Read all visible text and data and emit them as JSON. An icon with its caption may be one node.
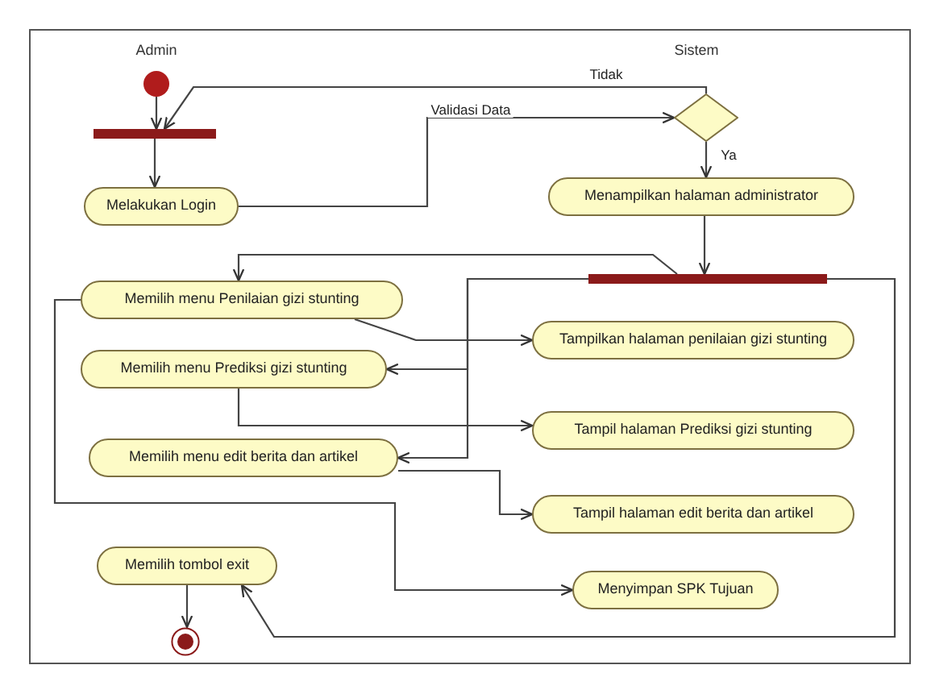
{
  "diagram": {
    "nodes": [
      {
        "text": [],
        "shape": "circle"
      },
      {
        "text": [],
        "shape": "bar"
      },
      {
        "text": [
          "Melakukan Login"
        ]
      },
      {
        "text": [],
        "shape": "diamond"
      },
      {
        "text": [
          "Menampilkan halaman administrator"
        ]
      },
      {
        "text": [],
        "shape": "bar"
      },
      {
        "text": [
          "Memilih menu Penilaian gizi stunting"
        ]
      },
      {
        "text": [
          "Tampilkan halaman penilaian gizi stunting"
        ]
      },
      {
        "text": [
          "Memilih menu Prediksi gizi stunting"
        ]
      },
      {
        "text": [
          "Tampil halaman Prediksi gizi stunting"
        ]
      },
      {
        "text": [
          "Memilih menu edit berita dan artikel"
        ]
      },
      {
        "text": [
          "Tampil halaman edit berita dan artikel"
        ]
      },
      {
        "text": [
          "Menyimpan SPK Tujuan"
        ]
      },
      {
        "text": [
          "Memilih tombol exit"
        ]
      },
      {
        "text": [],
        "shape": "circle"
      }
    ],
    "edges": [
      {
        "from": 0,
        "to": 1,
        "arrow": "to"
      },
      {
        "from": 1,
        "to": 2,
        "arrow": "to"
      },
      {
        "from": 2,
        "to": 3,
        "arrow": "to",
        "label": "Validasi Data"
      },
      {
        "from": 3,
        "to": 1,
        "arrow": "to",
        "label": "Tidak"
      },
      {
        "from": 3,
        "to": 4,
        "arrow": "to",
        "label": "Ya"
      },
      {
        "from": 4,
        "to": 5,
        "arrow": "to"
      },
      {
        "from": 5,
        "to": 6,
        "arrow": "to"
      },
      {
        "from": 6,
        "to": 7,
        "arrow": "to"
      },
      {
        "from": 5,
        "to": 8,
        "arrow": "to"
      },
      {
        "from": 8,
        "to": 9,
        "arrow": "to"
      },
      {
        "from": 5,
        "to": 10,
        "arrow": "to"
      },
      {
        "from": 10,
        "to": 11,
        "arrow": "to"
      },
      {
        "from": 6,
        "to": 12,
        "arrow": "to"
      },
      {
        "from": 5,
        "to": 13,
        "arrow": "to"
      },
      {
        "from": 13,
        "to": 14,
        "arrow": "to"
      }
    ],
    "labels": [
      "Admin",
      "Sistem"
    ]
  }
}
